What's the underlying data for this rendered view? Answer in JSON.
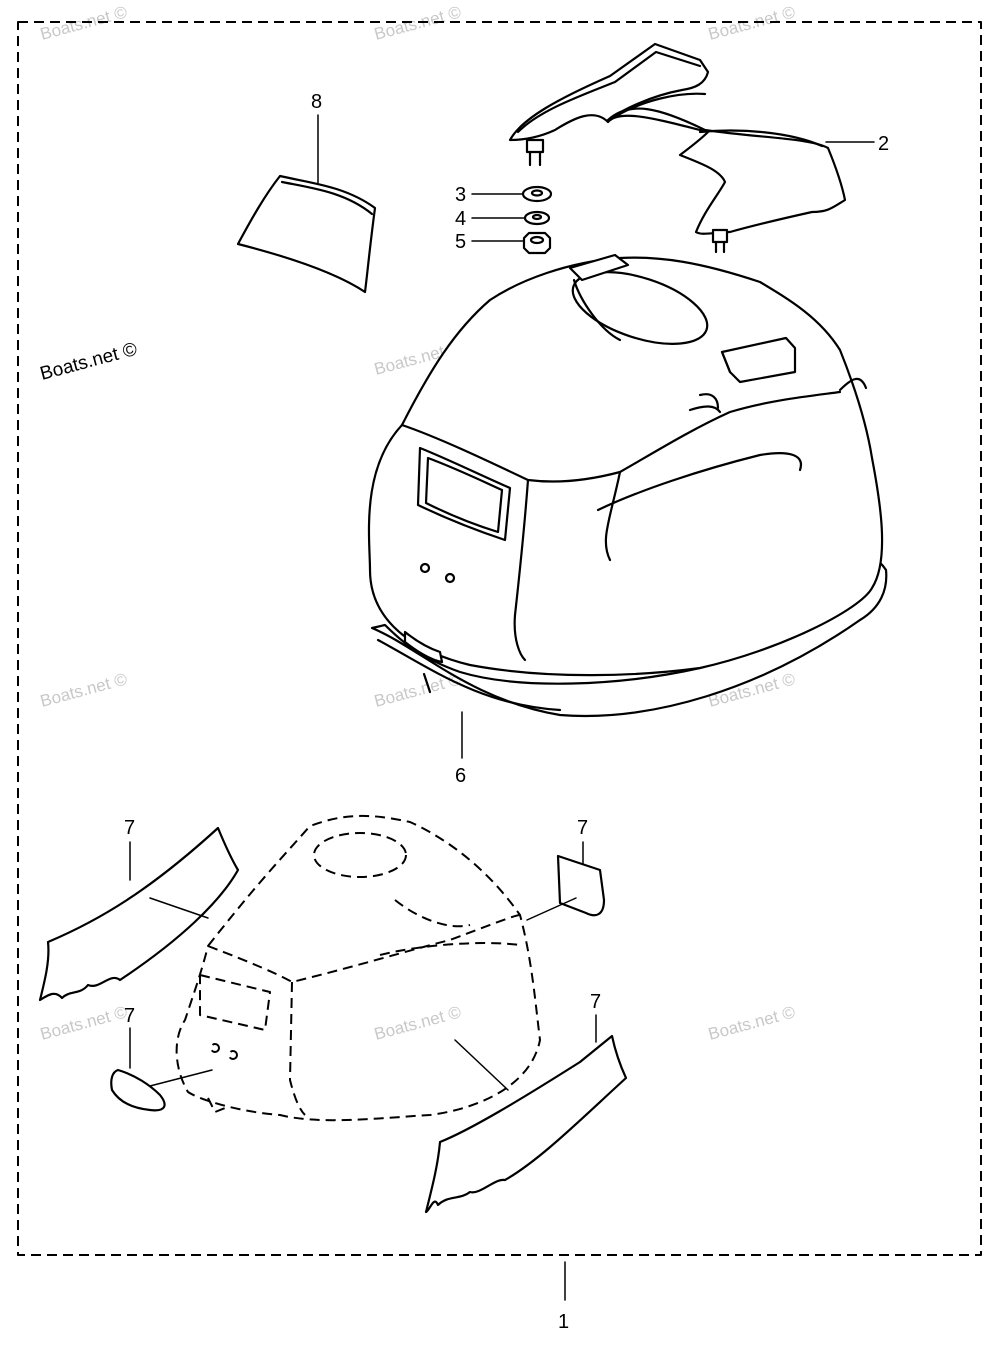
{
  "credit": "Boats.net ©",
  "watermark": "Boats.net ©",
  "callouts": {
    "c1": "1",
    "c2": "2",
    "c3": "3",
    "c4": "4",
    "c5": "5",
    "c6": "6",
    "c7a": "7",
    "c7b": "7",
    "c7c": "7",
    "c7d": "7",
    "c8": "8"
  }
}
